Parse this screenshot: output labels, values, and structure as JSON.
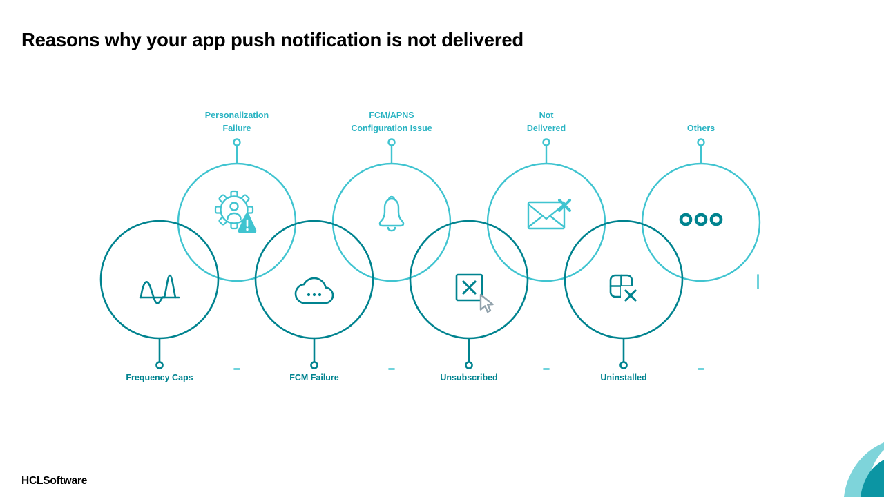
{
  "title": "Reasons why your app push notification is not delivered",
  "diagram": {
    "top_items": [
      {
        "line1": "Personalization",
        "line2": "Failure",
        "icon": "gear-person-warning-icon"
      },
      {
        "line1": "FCM/APNS",
        "line2": "Configuration Issue",
        "icon": "bell-icon"
      },
      {
        "line1": "Not",
        "line2": "Delivered",
        "icon": "undelivered-mail-icon"
      },
      {
        "line1": "Others",
        "line2": "",
        "icon": "ellipsis-icon"
      }
    ],
    "bottom_items": [
      {
        "label": "Frequency Caps",
        "icon": "wave-chart-icon"
      },
      {
        "label": "FCM Failure",
        "icon": "cloud-icon"
      },
      {
        "label": "Unsubscribed",
        "icon": "unsubscribe-box-cursor-icon"
      },
      {
        "label": "Uninstalled",
        "icon": "app-remove-icon"
      }
    ]
  },
  "logo": {
    "part1": "HCL",
    "part2": "Software"
  },
  "colors": {
    "title": "#000000",
    "top_ring": "#40c4d0",
    "bottom_ring": "#00838f",
    "top_label": "#29b3c2",
    "bottom_label": "#00838f",
    "swoosh_light": "#7ed4da",
    "swoosh_dark": "#0c95a3"
  }
}
